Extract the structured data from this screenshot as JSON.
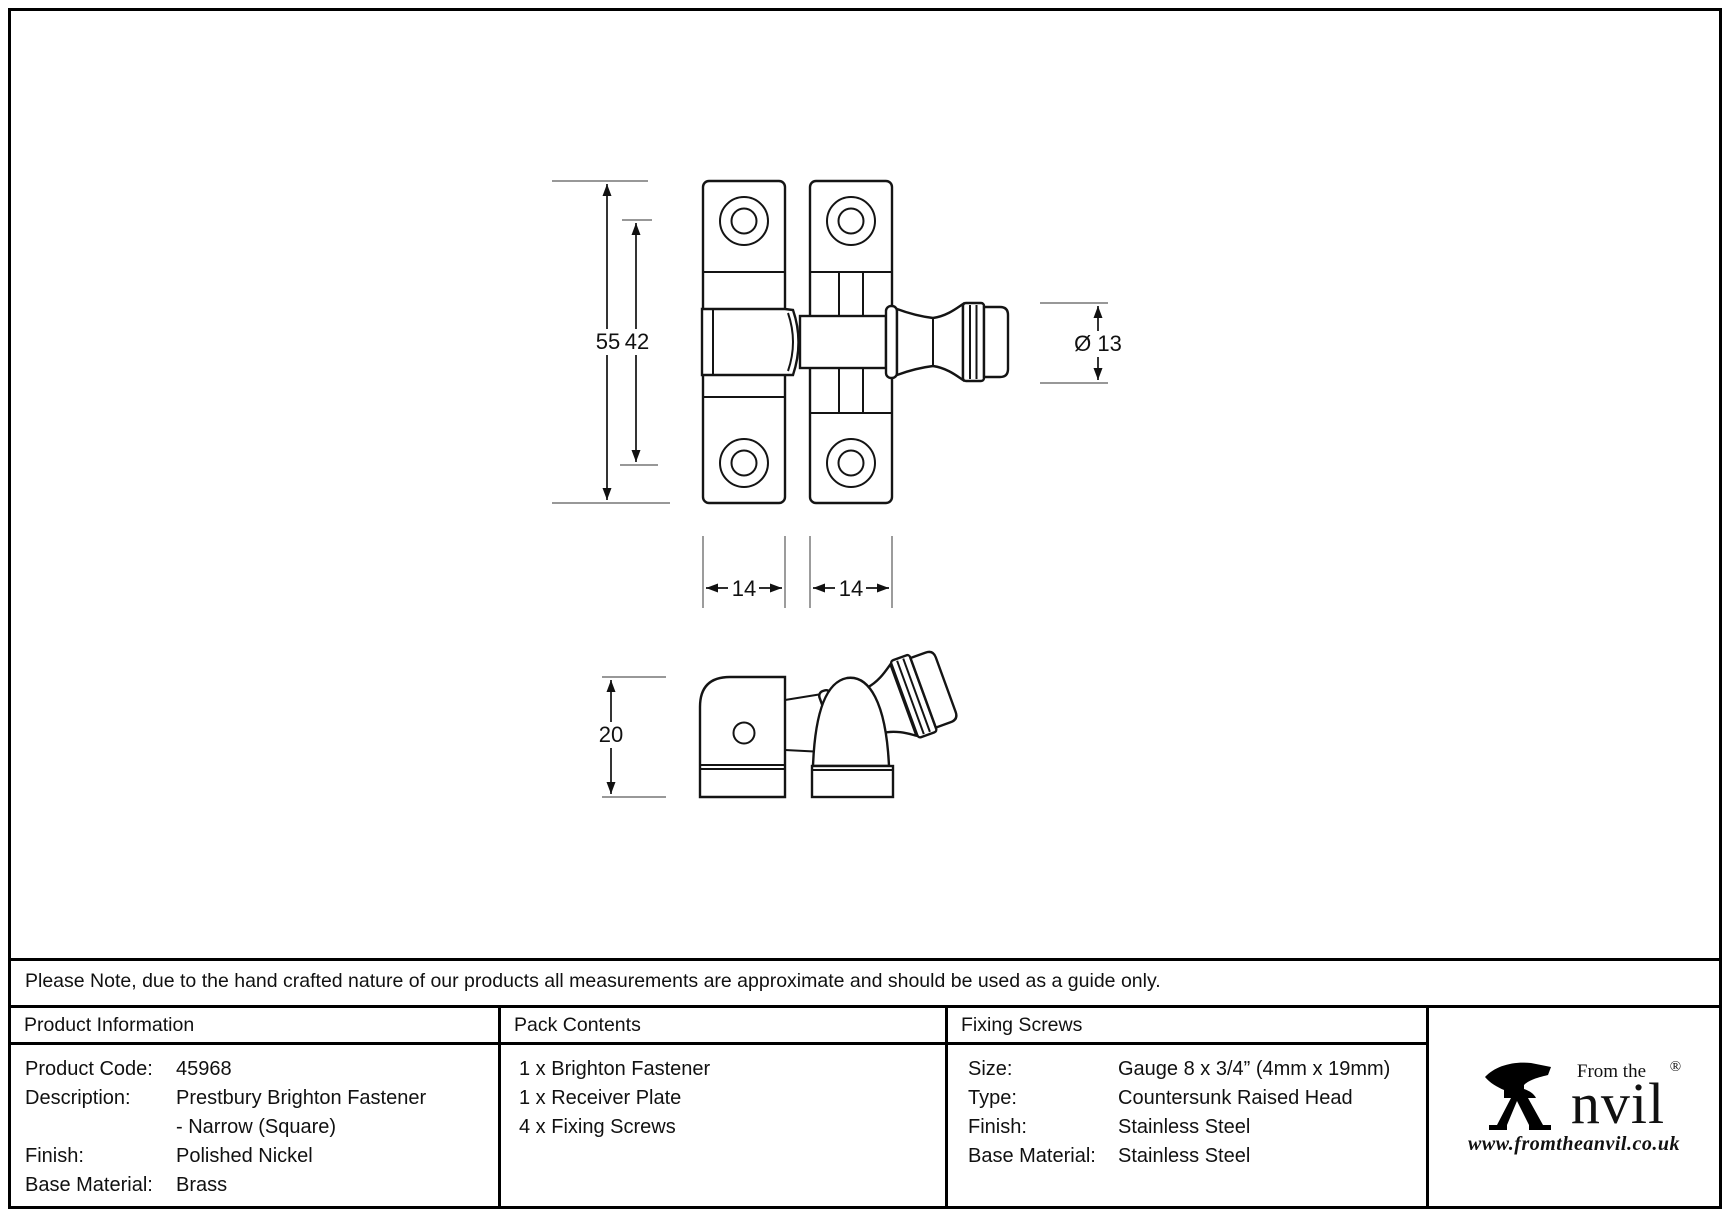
{
  "note": "Please Note, due to the hand crafted nature of our products all measurements are approximate and should be used as a guide only.",
  "drawing": {
    "dimensions": {
      "overall_height": "55",
      "screw_spacing": "42",
      "knob_diameter": "Ø 13",
      "left_plate_width": "14",
      "right_plate_width": "14",
      "side_height": "20"
    }
  },
  "table": {
    "product_information": {
      "header": "Product Information",
      "rows": [
        {
          "label": "Product Code:",
          "value": "45968"
        },
        {
          "label": "Description:",
          "value": "Prestbury Brighton Fastener"
        },
        {
          "label": "",
          "value": "- Narrow (Square)"
        },
        {
          "label": "Finish:",
          "value": "Polished Nickel"
        },
        {
          "label": "Base Material:",
          "value": "Brass"
        }
      ]
    },
    "pack_contents": {
      "header": "Pack Contents",
      "items": [
        "1 x Brighton Fastener",
        "1 x Receiver Plate",
        "4 x Fixing Screws"
      ]
    },
    "fixing_screws": {
      "header": "Fixing Screws",
      "rows": [
        {
          "label": "Size:",
          "value": "Gauge 8 x 3/4” (4mm x 19mm)"
        },
        {
          "label": "Type:",
          "value": "Countersunk Raised Head"
        },
        {
          "label": "Finish:",
          "value": "Stainless Steel"
        },
        {
          "label": "Base Material:",
          "value": "Stainless Steel"
        }
      ]
    }
  },
  "logo": {
    "tagline": "From the",
    "brand_suffix": "nvil",
    "registered_mark": "®",
    "website": "www.fromtheanvil.co.uk"
  }
}
